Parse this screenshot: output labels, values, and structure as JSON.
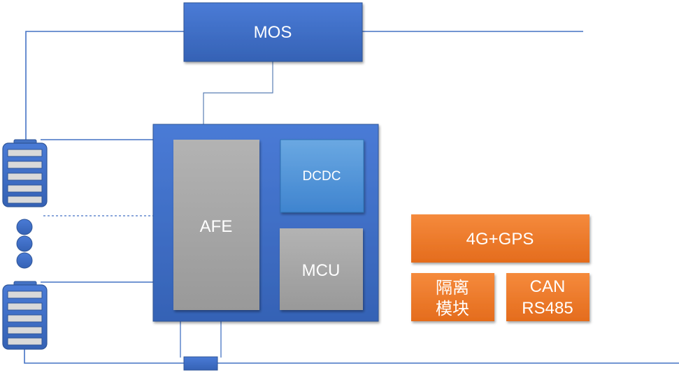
{
  "diagram": {
    "mos_label": "MOS",
    "afe_label": "AFE",
    "dcdc_label": "DCDC",
    "mcu_label": "MCU",
    "gps_label": "4G+GPS",
    "isolation_line1": "隔离",
    "isolation_line2": "模块",
    "can_line1": "CAN",
    "can_line2": "RS485"
  },
  "colors": {
    "blue_box": "#4472c4",
    "blue_dark": "#3a64b8",
    "blue_light": "#5b9bd5",
    "gray_box": "#a6a6a6",
    "orange_box": "#ed7d31",
    "wire": "#4472c4"
  }
}
